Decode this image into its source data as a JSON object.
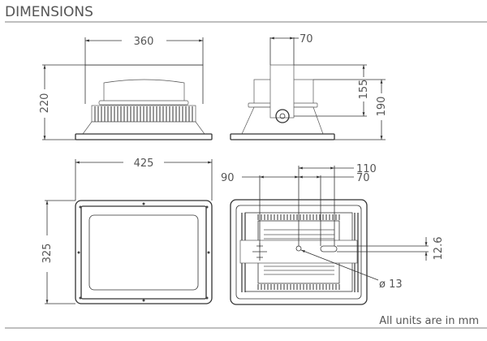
{
  "title": "DIMENSIONS",
  "footer": "All units are in mm",
  "dimensions": {
    "front_width": "360",
    "front_height": "220",
    "side_bracket_width": "70",
    "side_height_bracket": "155",
    "side_height_total": "190",
    "bottom_width": "425",
    "bottom_height": "325",
    "rear_offset_left": "90",
    "rear_offset_right": "70",
    "rear_slot_span": "110",
    "rear_slot_height": "12.6",
    "rear_hole_diameter": "ø 13"
  }
}
